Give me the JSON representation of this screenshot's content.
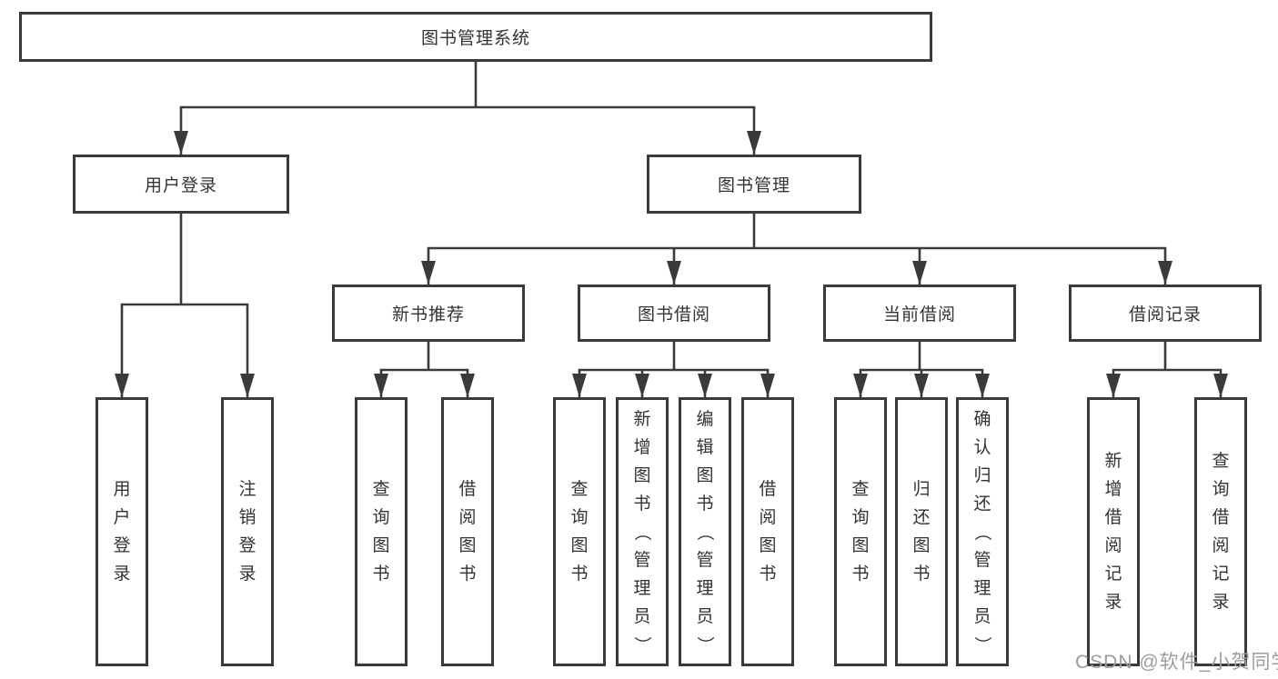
{
  "colors": {
    "line": "#3a3a3a",
    "text": "#333333",
    "watermark": "#9c9c9c",
    "background": "#ffffff"
  },
  "watermark": "CSDN @软件_小贺同学",
  "tree": {
    "root": {
      "label": "图书管理系统"
    },
    "level2": [
      {
        "label": "用户登录",
        "children": [
          {
            "label": "用户登录"
          },
          {
            "label": "注销登录"
          }
        ]
      },
      {
        "label": "图书管理",
        "children": [
          {
            "label": "新书推荐",
            "children": [
              {
                "label": "查询图书"
              },
              {
                "label": "借阅图书"
              }
            ]
          },
          {
            "label": "图书借阅",
            "children": [
              {
                "label": "查询图书"
              },
              {
                "label": "新增图书（管理员）"
              },
              {
                "label": "编辑图书（管理员）"
              },
              {
                "label": "借阅图书"
              }
            ]
          },
          {
            "label": "当前借阅",
            "children": [
              {
                "label": "查询图书"
              },
              {
                "label": "归还图书"
              },
              {
                "label": "确认归还（管理员）"
              }
            ]
          },
          {
            "label": "借阅记录",
            "children": [
              {
                "label": "新增借阅记录"
              },
              {
                "label": "查询借阅记录"
              }
            ]
          }
        ]
      }
    ]
  }
}
